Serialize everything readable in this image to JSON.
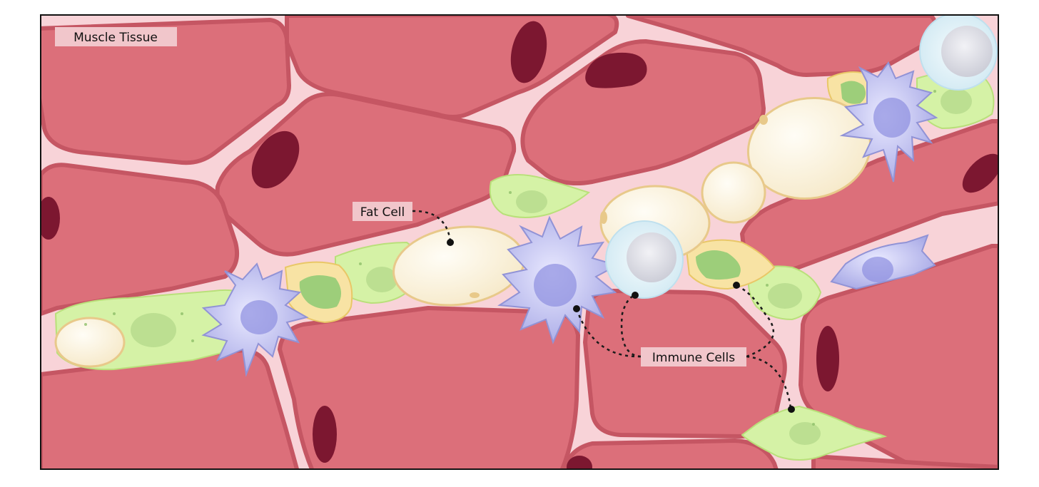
{
  "labels": {
    "tissue": "Muscle Tissue",
    "fat_cell": "Fat Cell",
    "immune_cells": "Immune Cells"
  },
  "colors": {
    "muscle_fill": "#dc6f7a",
    "muscle_edge": "#c55663",
    "interstitium": "#f8d3d8",
    "nucleus": "#7c1730",
    "fat_fill": "#faf1de",
    "fat_edge": "#e8c98a",
    "immune_purple": "#b7b8ec",
    "immune_light_blue": "#daeef5",
    "fibroblast_green": "#d5f2a6",
    "label_bg": "#f1c6cb"
  }
}
